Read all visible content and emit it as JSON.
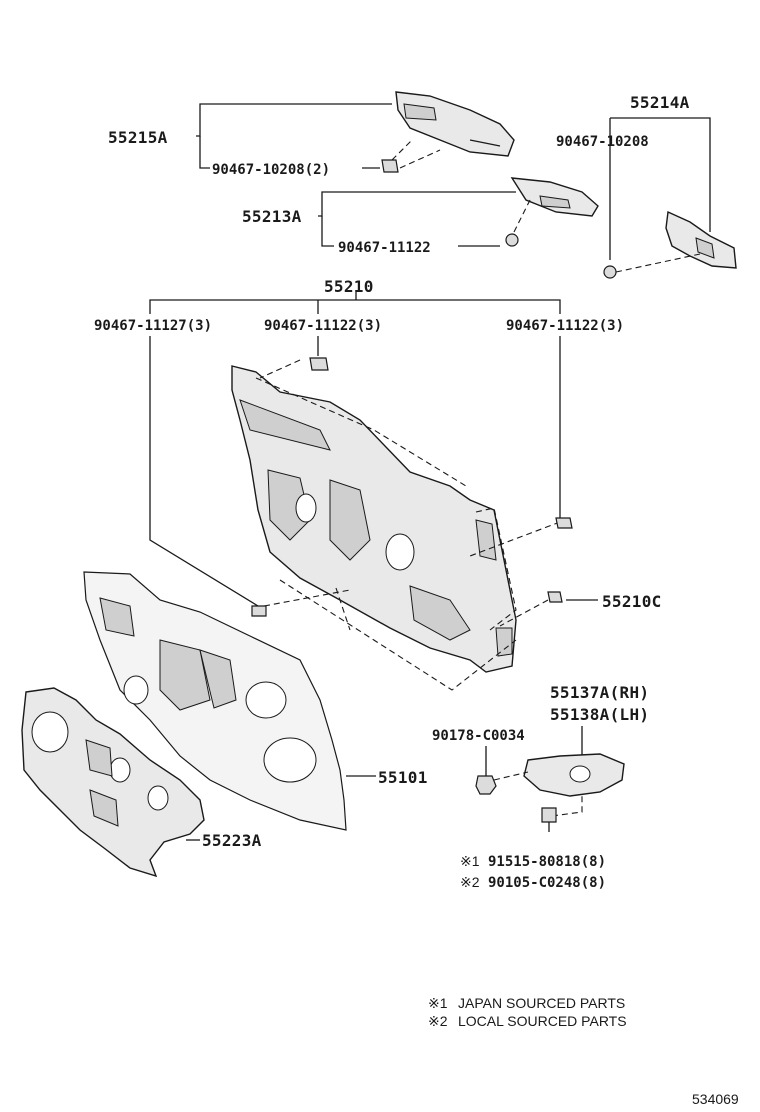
{
  "labels": {
    "p55215a": "55215A",
    "p55214a": "55214A",
    "p90467_10208_2": "90467-10208(2)",
    "p90467_10208": "90467-10208",
    "p55213a": "55213A",
    "p90467_11122_a": "90467-11122",
    "p55210": "55210",
    "p90467_11127_3": "90467-11127(3)",
    "p90467_11122_3_a": "90467-11122(3)",
    "p90467_11122_3_b": "90467-11122(3)",
    "p55210c": "55210C",
    "p55137a": "55137A(RH)",
    "p55138a": "55138A(LH)",
    "p90178_c0034": "90178-C0034",
    "p55101": "55101",
    "p55223a": "55223A",
    "p91515": "91515-80818(8)",
    "p90105": "90105-C0248(8)"
  },
  "marks": {
    "m1": "※1",
    "m2": "※2"
  },
  "notes": {
    "note1_mark": "※1",
    "note1_text": "JAPAN SOURCED PARTS",
    "note2_mark": "※2",
    "note2_text": "LOCAL SOURCED PARTS"
  },
  "diagram_id": "534069"
}
